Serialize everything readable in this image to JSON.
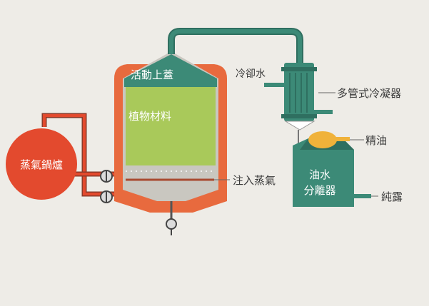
{
  "diagram": {
    "labels": {
      "boiler": "蒸氣鍋爐",
      "lid": "活動上蓋",
      "plant_material": "植物材料",
      "inject_steam": "注入蒸氣",
      "cooling_water": "冷卻水",
      "condenser": "多管式冷凝器",
      "essential_oil": "精油",
      "separator_line1": "油水",
      "separator_line2": "分離器",
      "hydrosol": "純露"
    },
    "colors": {
      "background": "#eeece7",
      "steam_red": "#e34a2e",
      "vessel_orange": "#e86a3e",
      "teal": "#3c8a77",
      "teal_dark": "#2f6f60",
      "plant_green": "#a9c95a",
      "vessel_grey": "#c9c7c0",
      "oil_yellow": "#f0b23a",
      "line_grey": "#666666"
    }
  }
}
